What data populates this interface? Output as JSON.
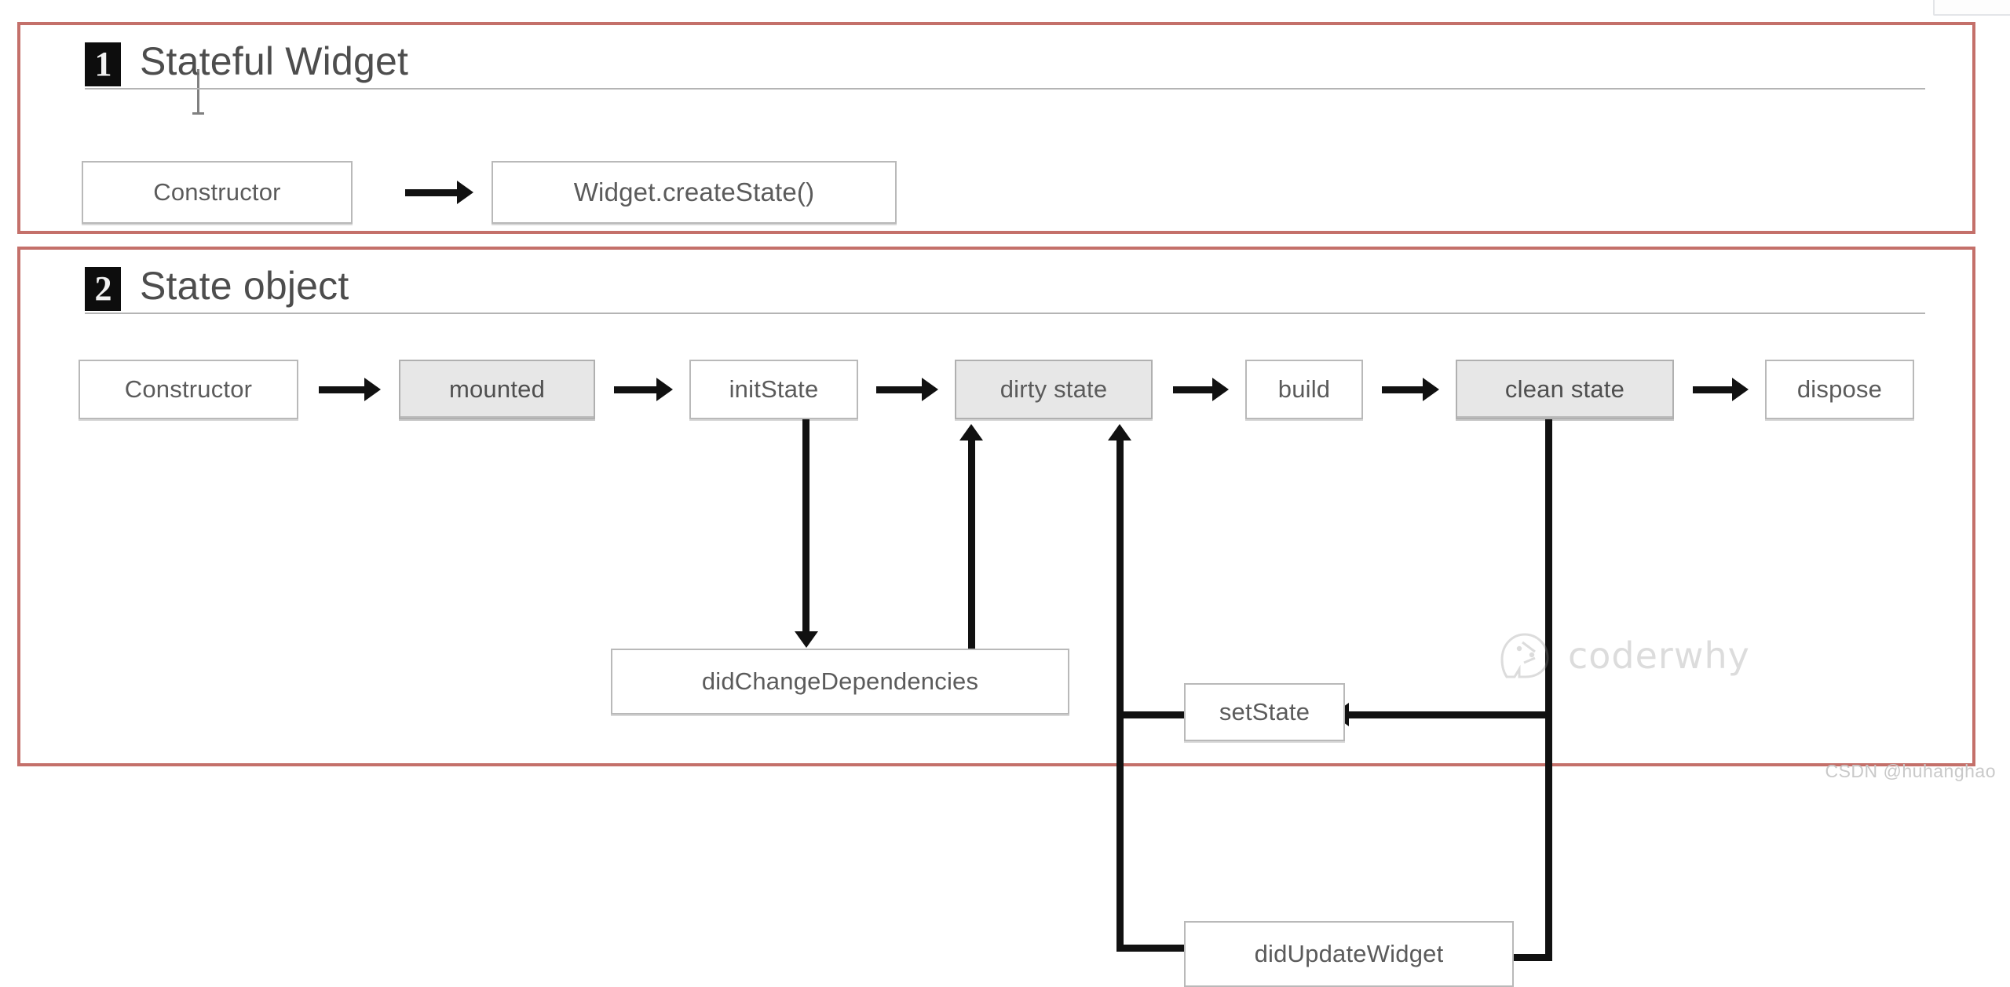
{
  "sections": [
    {
      "number": "1",
      "title": "Stateful Widget",
      "nodes": [
        {
          "id": "sw-constructor",
          "label": "Constructor",
          "shaded": false
        },
        {
          "id": "sw-createstate",
          "label": "Widget.createState()",
          "shaded": false
        }
      ]
    },
    {
      "number": "2",
      "title": "State object",
      "nodes": [
        {
          "id": "so-constructor",
          "label": "Constructor",
          "shaded": false
        },
        {
          "id": "so-mounted",
          "label": "mounted",
          "shaded": true
        },
        {
          "id": "so-initstate",
          "label": "initState",
          "shaded": false
        },
        {
          "id": "so-dirty-state",
          "label": "dirty state",
          "shaded": true
        },
        {
          "id": "so-build",
          "label": "build",
          "shaded": false
        },
        {
          "id": "so-clean-state",
          "label": "clean state",
          "shaded": true
        },
        {
          "id": "so-dispose",
          "label": "dispose",
          "shaded": false
        },
        {
          "id": "so-setstate",
          "label": "setState",
          "shaded": false
        },
        {
          "id": "so-didchangedeps",
          "label": "didChangeDependencies",
          "shaded": false
        },
        {
          "id": "so-didupdatewidget",
          "label": "didUpdateWidget",
          "shaded": false
        }
      ]
    }
  ],
  "watermark": {
    "text": "coderwhy",
    "icon": "coderwhy-logo-icon"
  },
  "attribution": "CSDN @huhanghao",
  "colors": {
    "panel_border": "#c4706a",
    "node_border": "#b9b9b9",
    "node_shaded_fill": "#e7e7e7",
    "connector": "#111111",
    "badge_bg": "#0d0d0d",
    "title_text": "#4d4d4d"
  },
  "diagram_flow": {
    "type": "flowchart",
    "stateful_widget_sequence": [
      "Constructor",
      "Widget.createState()"
    ],
    "state_object_sequence": [
      "Constructor",
      "mounted",
      "initState",
      "dirty state",
      "build",
      "clean state",
      "dispose"
    ],
    "branches": [
      {
        "from": "initState",
        "to": "didChangeDependencies",
        "direction": "down"
      },
      {
        "from": "didChangeDependencies",
        "to": "dirty state",
        "direction": "up"
      },
      {
        "from": "setState",
        "to": "dirty state",
        "direction": "up-left"
      },
      {
        "from": "didUpdateWidget",
        "to": "dirty state",
        "direction": "up-left"
      },
      {
        "from": "clean state",
        "to": "setState",
        "direction": "down-left"
      },
      {
        "from": "clean state",
        "to": "didUpdateWidget",
        "direction": "down-left"
      }
    ]
  }
}
